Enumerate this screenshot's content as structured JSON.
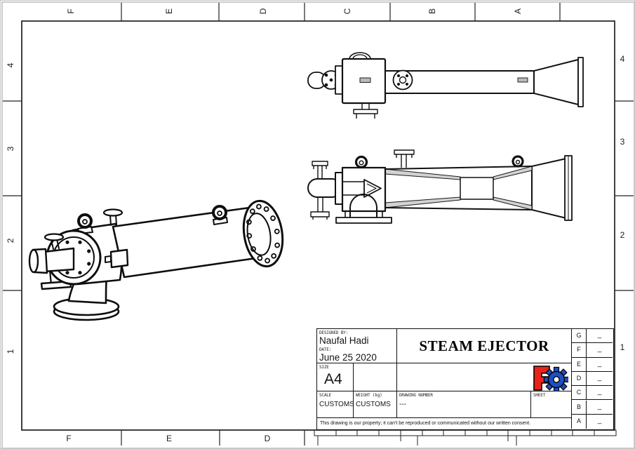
{
  "document": {
    "type": "engineering-drawing",
    "paper": "A4-landscape"
  },
  "zones": {
    "top": [
      "F",
      "E",
      "D",
      "C",
      "B",
      "A"
    ],
    "bottom": [
      "F",
      "E",
      "D"
    ],
    "left": [
      "4",
      "3",
      "2",
      "1"
    ],
    "right": [
      "4",
      "3",
      "2",
      "1"
    ]
  },
  "title_block": {
    "designed_by_label": "DESIGNED BY:",
    "designed_by": "Naufal Hadi",
    "date_label": "DATE:",
    "date": "June 25 2020",
    "size_label": "SIZE",
    "size": "A4",
    "scale_label": "SCALE",
    "scale": "CUSTOMS",
    "weight_label": "WEIGHT (kg)",
    "weight": "CUSTOMS",
    "drawing_number_label": "DRAWING NUMBER",
    "drawing_number": "---",
    "sheet_label": "SHEET",
    "sheet": "",
    "title": "STEAM EJECTOR",
    "disclaimer": "This drawing is our property; it can't be reproduced or communicated without our written consent.",
    "revision_rows": [
      {
        "letter": "G",
        "value": "_"
      },
      {
        "letter": "F",
        "value": "_"
      },
      {
        "letter": "E",
        "value": "_"
      },
      {
        "letter": "D",
        "value": "_"
      },
      {
        "letter": "C",
        "value": "_"
      },
      {
        "letter": "B",
        "value": "_"
      },
      {
        "letter": "A",
        "value": "_"
      }
    ]
  },
  "logo": {
    "name": "freecad-logo",
    "letter": "F",
    "red": "#e8231a",
    "blue": "#1d4fc0"
  },
  "views": {
    "top_view": "steam ejector - top view",
    "front_view": "steam ejector - front section view",
    "isometric_view": "steam ejector - isometric view"
  },
  "colors": {
    "line": "#111111",
    "wall_gray": "#d2d2d2",
    "slot_gray": "#b9b9b9",
    "background": "#ffffff"
  }
}
